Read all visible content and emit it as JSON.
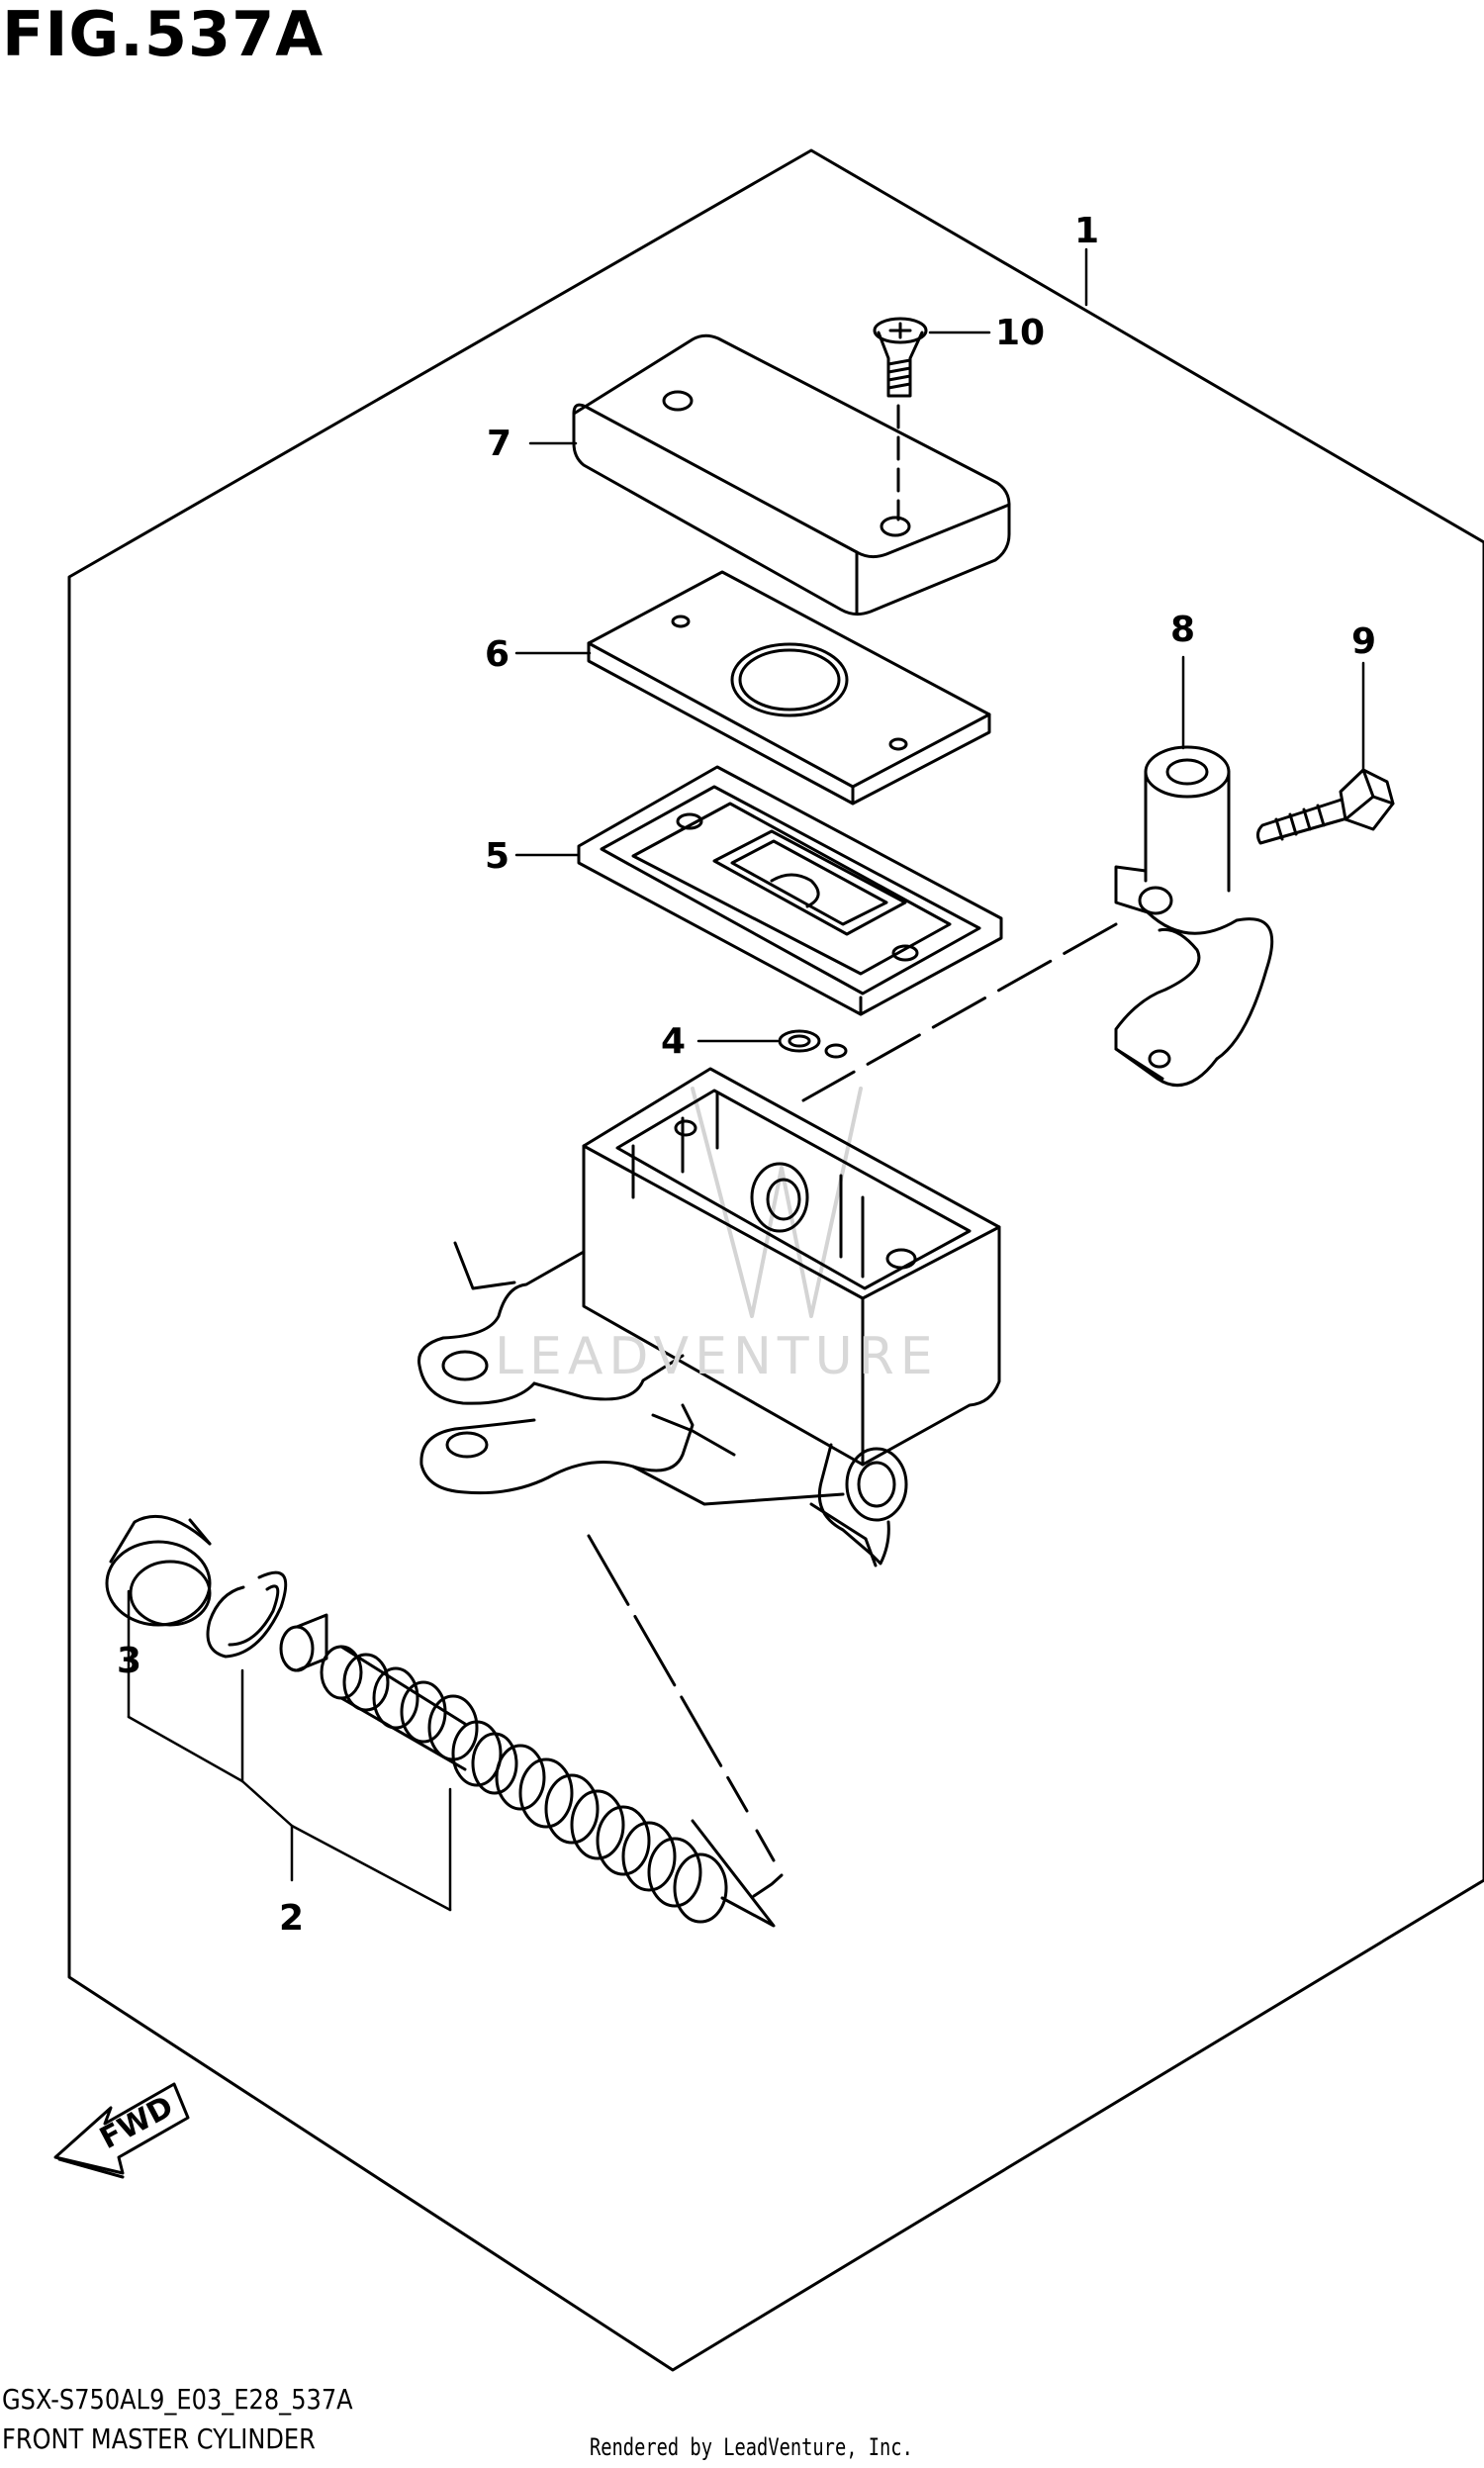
{
  "figure": {
    "title": "FIG.537A",
    "diagram_code": "GSX-S750AL9_E03_E28_537A",
    "diagram_name": "FRONT MASTER CYLINDER",
    "render_credit": "Rendered by LeadVenture, Inc.",
    "watermark": "LEADVENTURE",
    "direction_label": "FWD"
  },
  "callouts": [
    {
      "id": "1",
      "label": "1"
    },
    {
      "id": "2",
      "label": "2"
    },
    {
      "id": "3",
      "label": "3"
    },
    {
      "id": "4",
      "label": "4"
    },
    {
      "id": "5",
      "label": "5"
    },
    {
      "id": "6",
      "label": "6"
    },
    {
      "id": "7",
      "label": "7"
    },
    {
      "id": "8",
      "label": "8"
    },
    {
      "id": "9",
      "label": "9"
    },
    {
      "id": "10",
      "label": "10"
    }
  ],
  "colors": {
    "ink": "#000000",
    "background": "#ffffff",
    "watermark": "#cfcfcf"
  }
}
